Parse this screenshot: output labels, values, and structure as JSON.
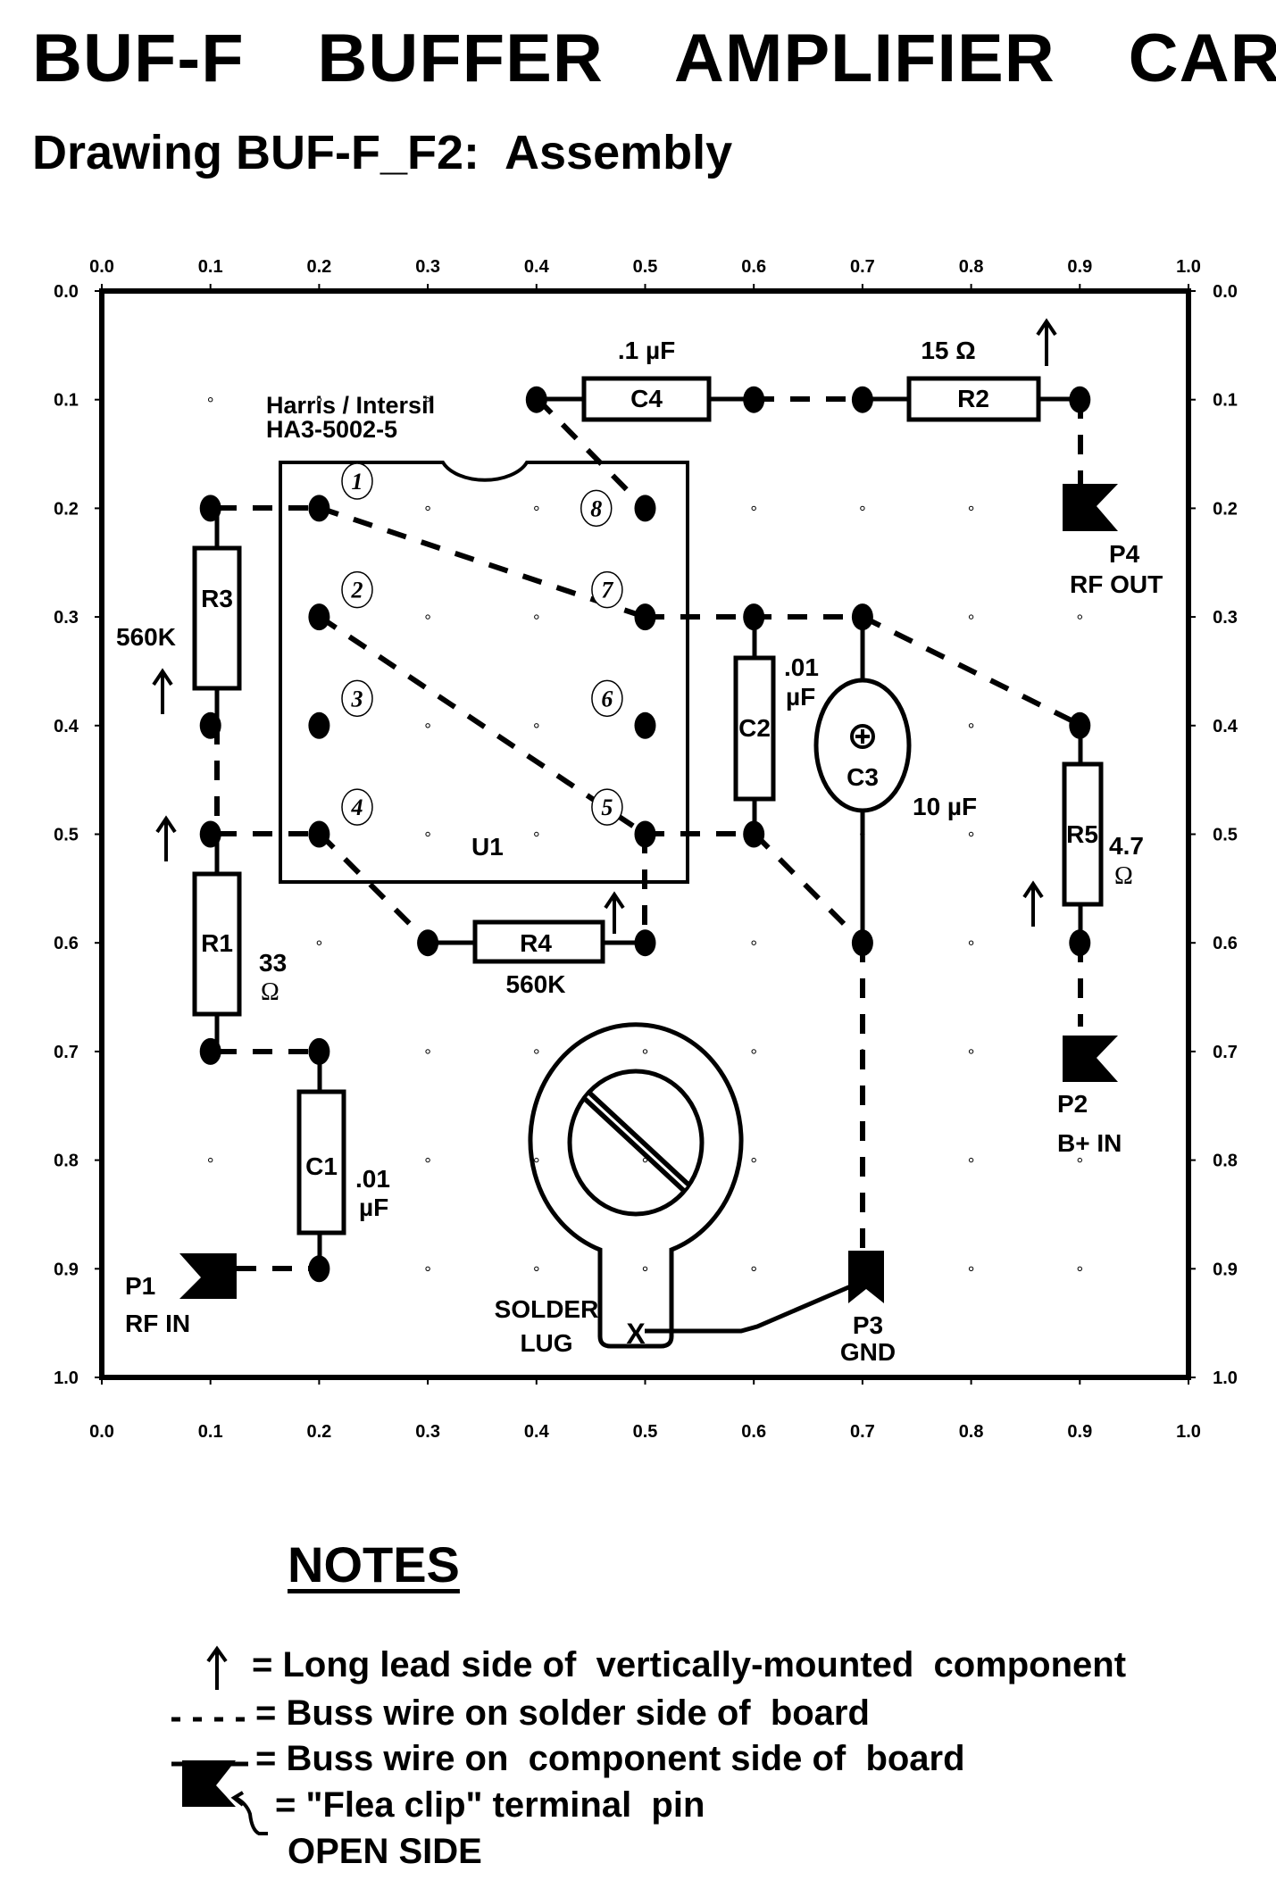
{
  "header": {
    "title": "BUF-F  BUFFER  AMPLIFIER  CARD",
    "subtitle": "Drawing BUF-F_F2:  Assembly"
  },
  "axes": {
    "x_ticks": [
      "0.0",
      "0.1",
      "0.2",
      "0.3",
      "0.4",
      "0.5",
      "0.6",
      "0.7",
      "0.8",
      "0.9",
      "1.0"
    ],
    "y_ticks": [
      "0.0",
      "0.1",
      "0.2",
      "0.3",
      "0.4",
      "0.5",
      "0.6",
      "0.7",
      "0.8",
      "0.9",
      "1.0"
    ]
  },
  "chip": {
    "maker": "Harris / Intersil",
    "part": "HA3-5002-5",
    "ref": "U1",
    "pin_numbers": [
      "1",
      "2",
      "3",
      "4",
      "5",
      "6",
      "7",
      "8"
    ]
  },
  "components": {
    "C4": {
      "ref": "C4",
      "value": ".1 µF"
    },
    "R2": {
      "ref": "R2",
      "value": "15 Ω"
    },
    "R3": {
      "ref": "R3",
      "value": "560K"
    },
    "R1": {
      "ref": "R1",
      "value_line1": "33",
      "value_line2": "Ω"
    },
    "R4": {
      "ref": "R4",
      "value": "560K"
    },
    "C2": {
      "ref": "C2",
      "value_line1": ".01",
      "value_line2": "µF"
    },
    "C3": {
      "ref": "C3",
      "value": "10 µF",
      "polarity": "+"
    },
    "R5": {
      "ref": "R5",
      "value_line1": "4.7",
      "value_line2": "Ω"
    },
    "C1": {
      "ref": "C1",
      "value_line1": ".01",
      "value_line2": "µF"
    }
  },
  "terminals": {
    "P1": {
      "ref": "P1",
      "label": "RF IN"
    },
    "P2": {
      "ref": "P2",
      "label": "B+ IN"
    },
    "P3": {
      "ref": "P3",
      "label": "GND"
    },
    "P4": {
      "ref": "P4",
      "label": "RF OUT"
    }
  },
  "solder_lug": {
    "line1": "SOLDER",
    "line2": "LUG",
    "mark": "X"
  },
  "notes": {
    "heading": "NOTES",
    "items": [
      {
        "symbol": "arrow-up",
        "text": "= Long lead side of  vertically-mounted  component"
      },
      {
        "symbol": "dashed-line",
        "text": "= Buss wire on solder side of  board"
      },
      {
        "symbol": "solid-line",
        "text": "= Buss wire on  component side of  board"
      },
      {
        "symbol": "flea-clip",
        "text": "= \"Flea clip\" terminal  pin"
      }
    ],
    "open_side": "OPEN SIDE"
  }
}
